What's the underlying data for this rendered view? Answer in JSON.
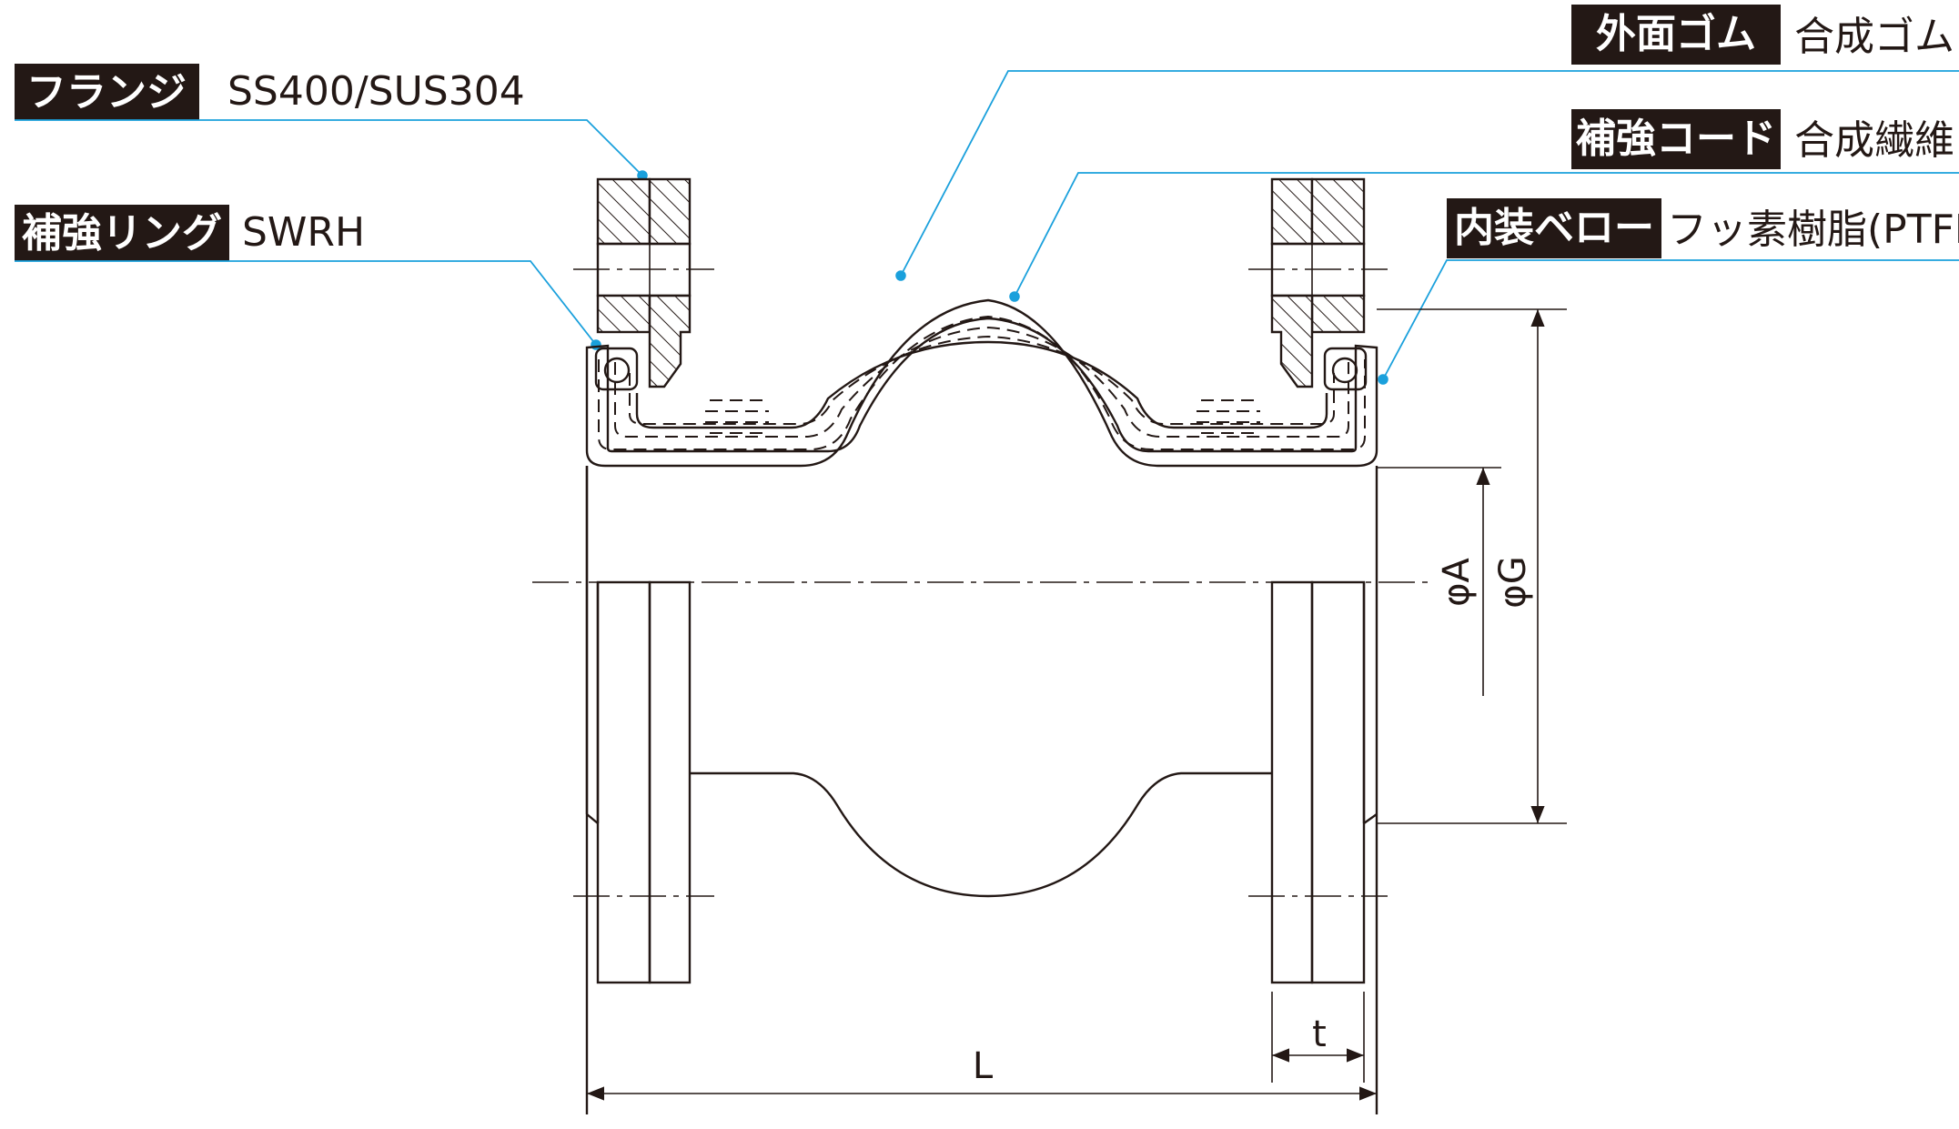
{
  "labels": [
    {
      "id": "flange",
      "tag": "フランジ",
      "value": "SS400/SUS304"
    },
    {
      "id": "ring",
      "tag": "補強リング",
      "value": "SWRH"
    },
    {
      "id": "outer",
      "tag": "外面ゴム",
      "value": "合成ゴム"
    },
    {
      "id": "cord",
      "tag": "補強コード",
      "value": "合成繊維"
    },
    {
      "id": "bellows",
      "tag": "内装ベロー",
      "value": "フッ素樹脂(PTFE)"
    }
  ],
  "dimensions": {
    "phiA": "φA",
    "phiG": "φG",
    "t": "t",
    "L": "L"
  },
  "colors": {
    "ink": "#231815",
    "leader": "#1aa0dc",
    "tag_bg": "#231815"
  }
}
